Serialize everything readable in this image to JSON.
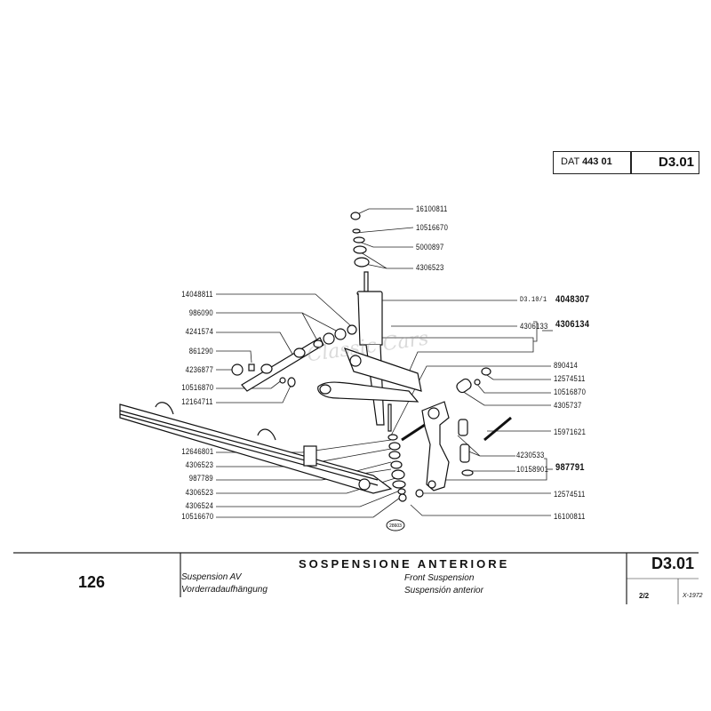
{
  "header": {
    "dat_label": "DAT",
    "dat_number": "443 01",
    "code": "D3.01"
  },
  "diagram": {
    "stamp": "28603",
    "top_labels": [
      "16100811",
      "10516670",
      "5000897",
      "4306523"
    ],
    "left_labels": [
      "14048811",
      "986090",
      "4241574",
      "861290",
      "4236877",
      "10516870",
      "12164711",
      "12646801",
      "4306523",
      "987789",
      "4306523",
      "4306524",
      "10516670"
    ],
    "right_labels": {
      "shock_ref": "D3.10/1",
      "shock_part": "4048307",
      "arm_sub": "4306133",
      "arm_part": "4306134",
      "r1": "890414",
      "r2": "12574511",
      "r3": "10516870",
      "r4": "4305737",
      "r5": "15971621",
      "kit_sub1": "4230533",
      "kit_sub2": "10158901",
      "kit_part": "987791",
      "r6": "12574511",
      "r7": "16100811"
    },
    "watermark": "Classic Cars"
  },
  "footer": {
    "page_number": "126",
    "title": "SOSPENSIONE ANTERIORE",
    "fr": "Suspension AV",
    "de": "Vorderradaufhängung",
    "en": "Front Suspension",
    "es": "Suspensión anterior",
    "code": "D3.01",
    "sheet": "2/2",
    "date": "X-1972"
  }
}
